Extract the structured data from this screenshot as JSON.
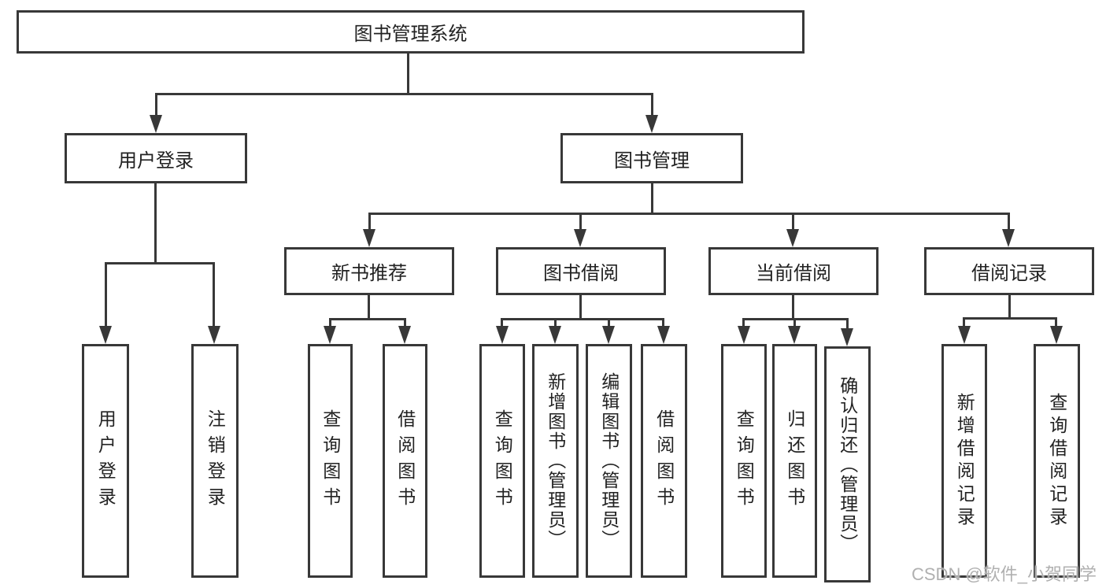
{
  "diagram_type": "hierarchy-tree",
  "watermark": "CSDN @软件_小贺同学",
  "colors": {
    "line": "#383838",
    "box_border": "#383838",
    "text": "#222222",
    "watermark": "#b0b0b0",
    "background": "#ffffff"
  },
  "tree": {
    "label": "图书管理系统",
    "children": [
      {
        "label": "用户登录",
        "children": [
          {
            "label": "用户登录"
          },
          {
            "label": "注销登录"
          }
        ]
      },
      {
        "label": "图书管理",
        "children": [
          {
            "label": "新书推荐",
            "children": [
              {
                "label": "查询图书"
              },
              {
                "label": "借阅图书"
              }
            ]
          },
          {
            "label": "图书借阅",
            "children": [
              {
                "label": "查询图书"
              },
              {
                "label": "新增图书（管理员）"
              },
              {
                "label": "编辑图书（管理员）"
              },
              {
                "label": "借阅图书"
              }
            ]
          },
          {
            "label": "当前借阅",
            "children": [
              {
                "label": "查询图书"
              },
              {
                "label": "归还图书"
              },
              {
                "label": "确认归还（管理员）"
              }
            ]
          },
          {
            "label": "借阅记录",
            "children": [
              {
                "label": "新增借阅记录"
              },
              {
                "label": "查询借阅记录"
              }
            ]
          }
        ]
      }
    ]
  }
}
